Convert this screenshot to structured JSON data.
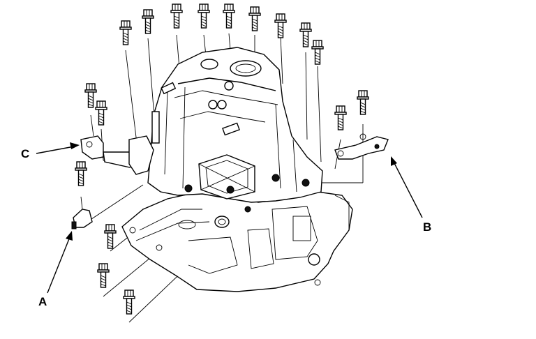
{
  "callouts": {
    "a": "A",
    "b": "B",
    "c": "C"
  },
  "colors": {
    "line": "#000000",
    "background": "#ffffff"
  },
  "icons": [
    "bolt-icon",
    "bracket-icon",
    "transmission-case-icon",
    "arrow-icon"
  ]
}
